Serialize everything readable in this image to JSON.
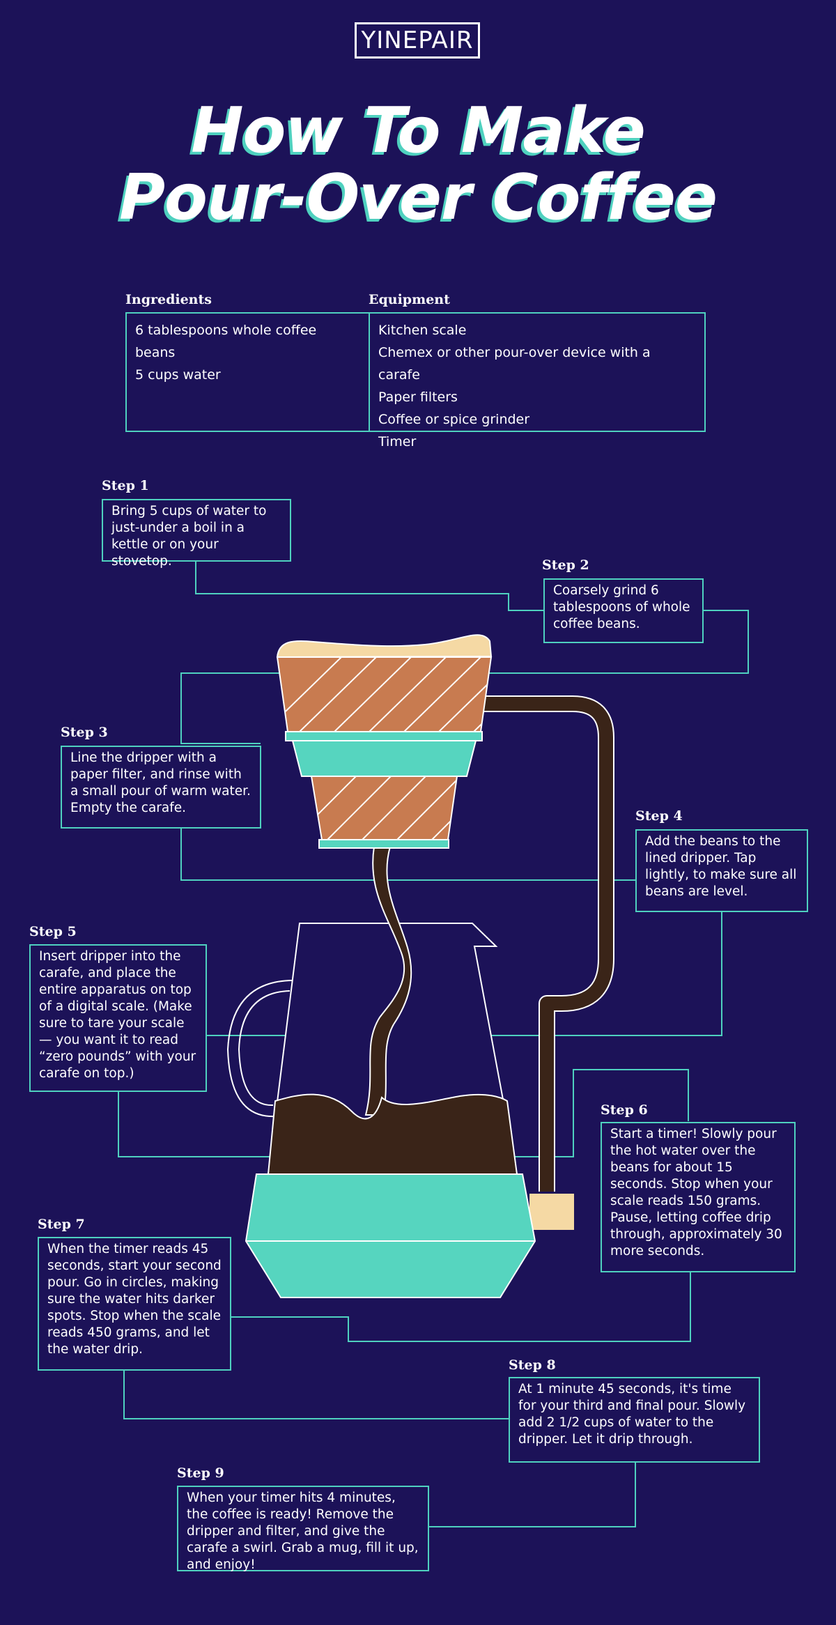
{
  "brand": {
    "logo_text": "YINEPAIR"
  },
  "title": {
    "line1": "How To Make",
    "line2": "Pour-Over Coffee"
  },
  "ingredients": {
    "label": "Ingredients",
    "items": [
      "6 tablespoons whole coffee beans",
      "5 cups water"
    ]
  },
  "equipment": {
    "label": "Equipment",
    "items": [
      "Kitchen scale",
      "Chemex or other pour-over device with a carafe",
      "Paper filters",
      "Coffee or spice grinder",
      "Timer"
    ]
  },
  "steps": [
    {
      "label": "Step 1",
      "text": "Bring 5 cups of water to just-under a boil in a kettle or on your stovetop."
    },
    {
      "label": "Step 2",
      "text": "Coarsely grind 6 tablespoons of whole coffee beans."
    },
    {
      "label": "Step 3",
      "text": "Line the dripper with a paper filter, and rinse with a small pour of warm water. Empty the carafe."
    },
    {
      "label": "Step 4",
      "text": "Add the beans to the lined dripper. Tap lightly, to make sure all beans are level."
    },
    {
      "label": "Step 5",
      "text": "Insert dripper into the carafe, and place the entire apparatus on top of a digital scale. (Make sure to tare your scale — you want it to read “zero pounds” with your carafe on top.)"
    },
    {
      "label": "Step 6",
      "text": "Start a timer! Slowly pour the hot water over the beans for about 15 seconds. Stop when your scale reads 150 grams. Pause, letting coffee drip through, approximately 30 more seconds."
    },
    {
      "label": "Step 7",
      "text": "When the timer reads 45 seconds, start your second pour. Go in circles, making sure the water hits darker spots. Stop when the scale reads 450 grams, and let the water drip."
    },
    {
      "label": "Step 8",
      "text": "At 1 minute 45 seconds, it's time for your third and final pour. Slowly add 2 1/2 cups of water to the dripper. Let it drip through."
    },
    {
      "label": "Step 9",
      "text": "When your timer hits 4 minutes, the coffee is ready! Remove the dripper and filter, and give the carafe a swirl. Grab a mug, fill it up, and enjoy!"
    }
  ],
  "colors": {
    "background": "#1c1258",
    "teal": "#56d5bf",
    "coffee": "#3a2418",
    "grounds": "#c87b50",
    "cream": "#f5d9a4",
    "outline": "#ffffff"
  }
}
